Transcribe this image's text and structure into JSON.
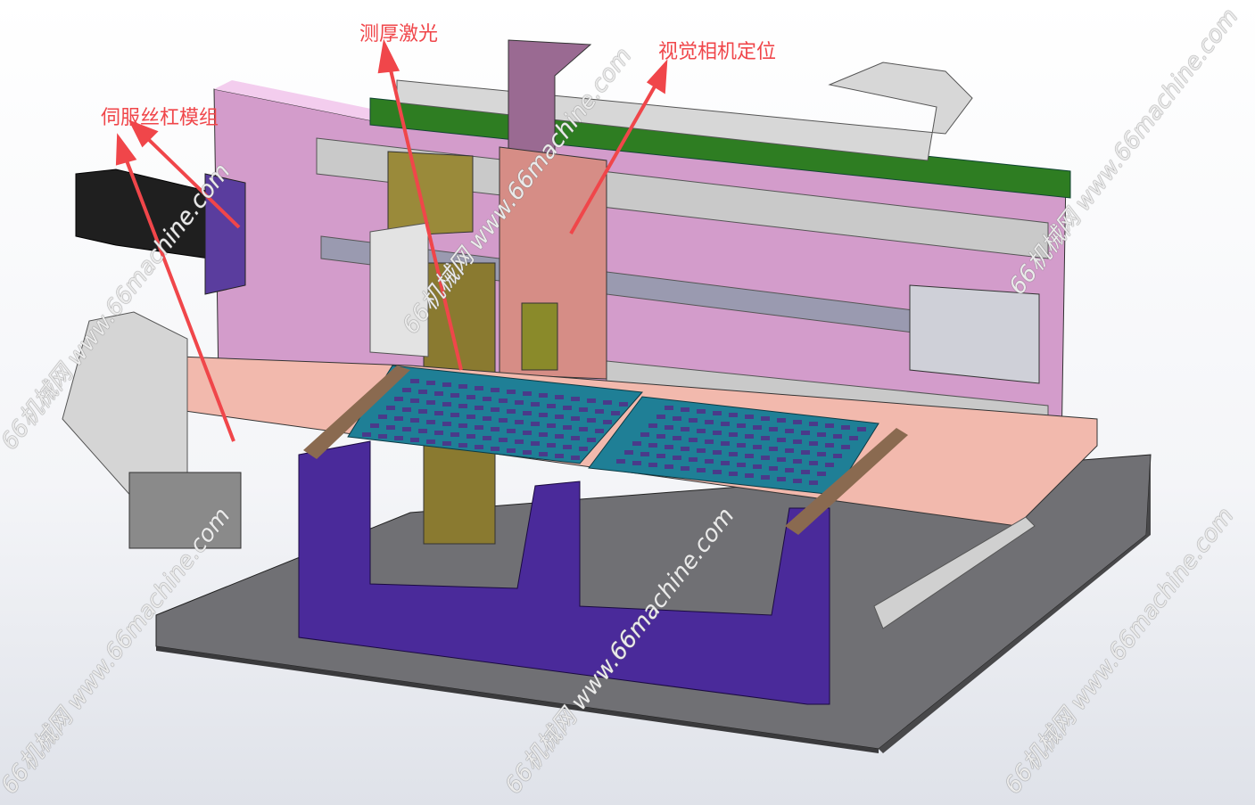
{
  "annotations": {
    "laser": "测厚激光",
    "camera": "视觉相机定位",
    "servo": "伺服丝杠模组"
  },
  "watermark": "66机械网 www.66machine.com",
  "colors": {
    "annotation": "#f0464a",
    "base_plate": "#6e6e72",
    "frame": "#4a2a9a",
    "back_plate": "#d59ccc",
    "tray": "#1f7f96",
    "gantry_top": "#2e7d22",
    "table": "#f0b9ac"
  }
}
